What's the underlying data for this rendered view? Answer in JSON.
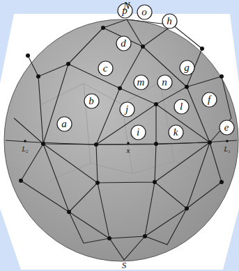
{
  "diagram": {
    "nodes": [
      {
        "text": [
          "a"
        ]
      },
      {
        "text": [
          "b"
        ]
      },
      {
        "text": [
          "c"
        ]
      },
      {
        "text": [
          "d"
        ]
      },
      {
        "text": [
          "p"
        ]
      },
      {
        "text": [
          "o"
        ]
      },
      {
        "text": [
          "h"
        ]
      },
      {
        "text": [
          "g"
        ]
      },
      {
        "text": [
          "m"
        ]
      },
      {
        "text": [
          "n"
        ]
      },
      {
        "text": [
          "f"
        ]
      },
      {
        "text": [
          "l"
        ]
      },
      {
        "text": [
          "j"
        ]
      },
      {
        "text": [
          "i"
        ]
      },
      {
        "text": [
          "k"
        ]
      },
      {
        "text": [
          "e"
        ]
      }
    ],
    "labels": [
      "N",
      "L₂",
      "x",
      "L₁",
      "S"
    ]
  }
}
